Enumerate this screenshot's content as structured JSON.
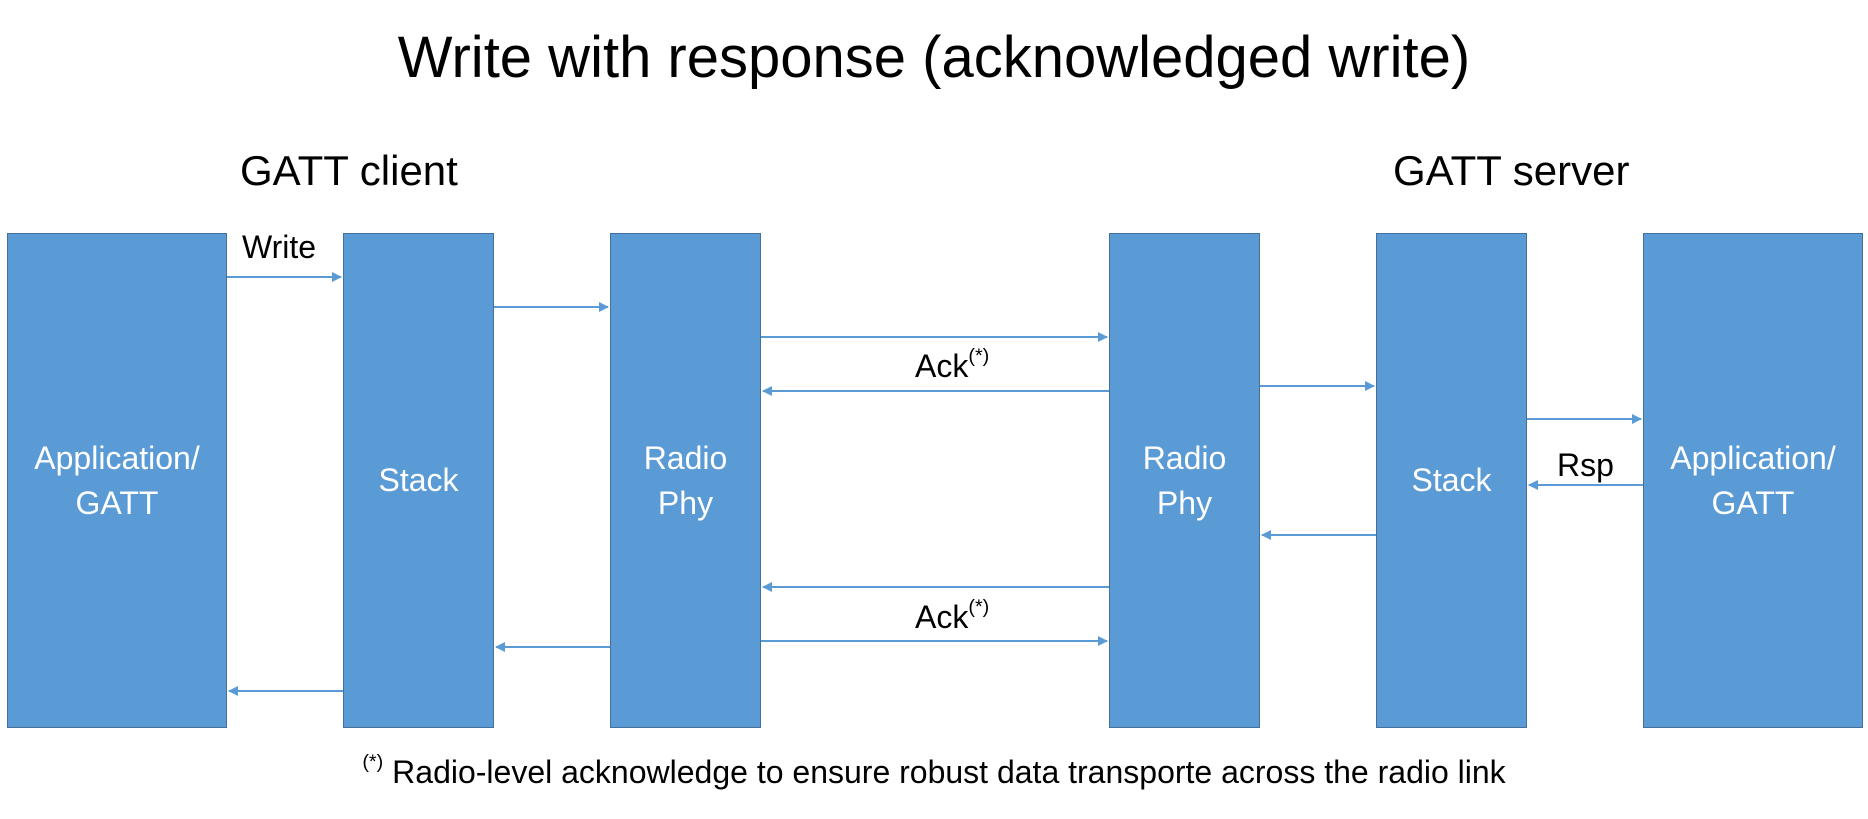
{
  "title": "Write with response (acknowledged write)",
  "client_label": "GATT client",
  "server_label": "GATT server",
  "boxes": {
    "client_app": "Application/\nGATT",
    "client_stack": "Stack",
    "client_radio": "Radio\nPhy",
    "server_radio": "Radio\nPhy",
    "server_stack": "Stack",
    "server_app": "Application/\nGATT"
  },
  "messages": {
    "write": "Write",
    "ack": "Ack",
    "ack_mark": "(*)",
    "rsp": "Rsp"
  },
  "footnote": {
    "mark": "(*)",
    "text": " Radio-level acknowledge to ensure robust data transporte across the radio link"
  },
  "colors": {
    "box_fill": "#5b9bd5",
    "box_border": "#41719c",
    "arrow": "#5b9bd5"
  }
}
